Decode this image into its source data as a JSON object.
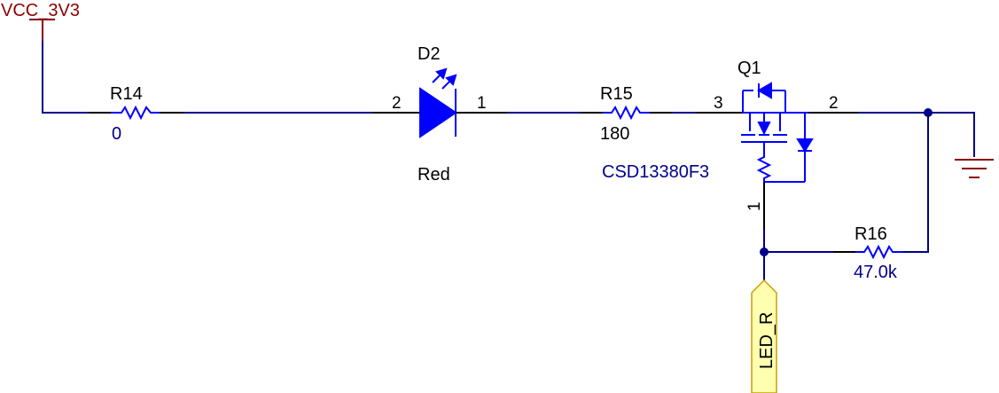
{
  "power": {
    "label": "VCC_3V3"
  },
  "r14": {
    "designator": "R14",
    "value": "0"
  },
  "d2": {
    "designator": "D2",
    "color_label": "Red",
    "pin_anode": "2",
    "pin_cathode": "1"
  },
  "r15": {
    "designator": "R15",
    "value": "180"
  },
  "q1": {
    "designator": "Q1",
    "part": "CSD13380F3",
    "pin_drain": "3",
    "pin_source": "2",
    "pin_gate": "1"
  },
  "r16": {
    "designator": "R16",
    "value": "47.0k"
  },
  "net_port": {
    "label": "LED_R"
  },
  "colors": {
    "wire": "#00008b",
    "component": "#0000ff",
    "power": "#8b0000",
    "port_fill": "#ffffb0"
  }
}
